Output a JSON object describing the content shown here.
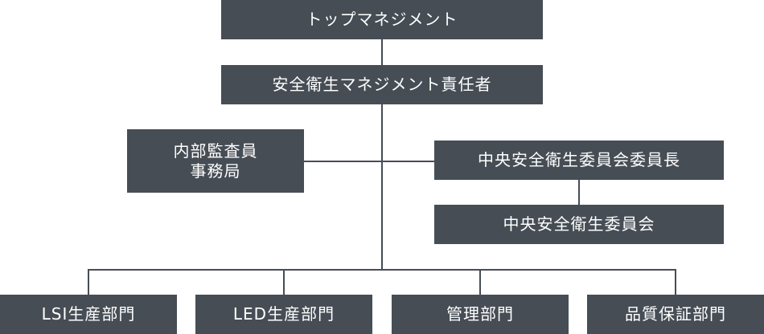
{
  "top_management": "トップマネジメント",
  "safety_manager": "安全衛生マネジメント責任者",
  "internal_auditor": [
    "内部監査員",
    "事務局"
  ],
  "committee_chair": "中央安全衛生委員会委員長",
  "committee": "中央安全衛生委員会",
  "departments": [
    "LSI生産部門",
    "LED生産部門",
    "管理部門",
    "品質保証部門"
  ],
  "colors": {
    "box": "#464d55",
    "text": "#ffffff",
    "background": "#ffffff"
  }
}
